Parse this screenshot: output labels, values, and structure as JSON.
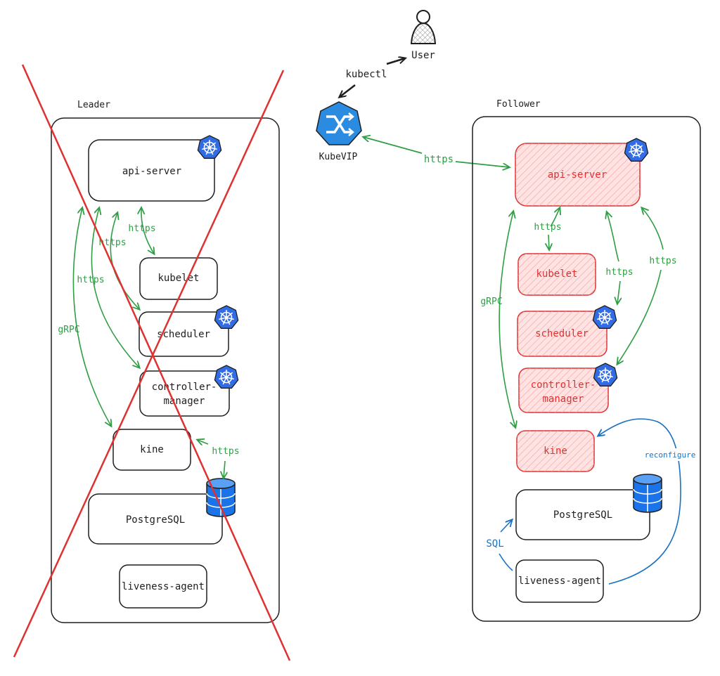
{
  "user": {
    "label": "User"
  },
  "kubevip": {
    "label": "KubeVIP"
  },
  "edges": {
    "kubectl": "kubectl",
    "vip_https": "https",
    "grpc": "gRPC",
    "https": "https",
    "sql": "SQL",
    "reconfigure": "reconfigure"
  },
  "leader": {
    "title": "Leader",
    "api_server": "api-server",
    "kubelet": "kubelet",
    "scheduler": "scheduler",
    "controller_manager_line1": "controller-",
    "controller_manager_line2": "manager",
    "kine": "kine",
    "postgresql": "PostgreSQL",
    "liveness_agent": "liveness-agent"
  },
  "follower": {
    "title": "Follower",
    "api_server": "api-server",
    "kubelet": "kubelet",
    "scheduler": "scheduler",
    "controller_manager_line1": "controller-",
    "controller_manager_line2": "manager",
    "kine": "kine",
    "postgresql": "PostgreSQL",
    "liveness_agent": "liveness-agent"
  },
  "colors": {
    "ink": "#1e1e1e",
    "edge_green": "#2f9e44",
    "active_red": "#e03131",
    "active_fill": "#ffe3e3",
    "sql_blue": "#1971c2",
    "k8s_blue": "#326ce5",
    "vip_blue": "#2b8be0",
    "db_blue": "#1a73e8"
  }
}
